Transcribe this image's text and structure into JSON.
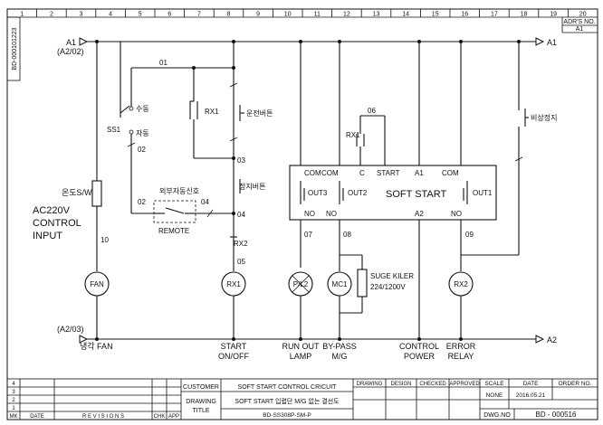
{
  "column_numbers": [
    "1",
    "2",
    "3",
    "4",
    "5",
    "6",
    "7",
    "8",
    "9",
    "10",
    "11",
    "12",
    "13",
    "14",
    "15",
    "16",
    "17",
    "18",
    "19",
    "20"
  ],
  "adrs_label": "ADR'S NO.",
  "adrs_value": "A1",
  "side_code": "BD-000101223",
  "rails": {
    "top_left": "A1",
    "top_left_ref": "(A2/02)",
    "top_right": "A1",
    "bottom_left_ref": "(A2/03)",
    "bottom_right": "A2"
  },
  "input_label": [
    "AC220V",
    "CONTROL",
    "INPUT"
  ],
  "labels": {
    "manual": "수동",
    "auto": "자동",
    "ss1": "SS1",
    "thermo": "온도S/W",
    "wire_10": "10",
    "wire_01": "01",
    "wire_02a": "02",
    "wire_02b": "02",
    "wire_03": "03",
    "wire_04a": "04",
    "wire_04b": "04",
    "wire_05": "05",
    "wire_06": "06",
    "wire_07": "07",
    "wire_08": "08",
    "wire_09": "09",
    "rx1_contact": "RX1",
    "rx1_contact2": "RX1",
    "rx2_contact": "RX2",
    "run_button": "운전버튼",
    "stop_button": "정지버튼",
    "emergency_stop": "비상정지",
    "ext_auto_signal": "외부자동신호",
    "remote": "REMOTE",
    "softstart_title": "SOFT START",
    "com1": "COM",
    "com2": "COM",
    "c_term": "C",
    "start_term": "START",
    "a1_term": "A1",
    "com3": "COM",
    "out3": "OUT3",
    "out2": "OUT2",
    "out1": "OUT1",
    "no1": "NO",
    "no2": "NO",
    "a2_term": "A2",
    "no3": "NO",
    "fan_coil": "FAN",
    "rx1_coil": "RX1",
    "pl2_lamp": "P/L2",
    "mc1_coil": "MC1",
    "rx2_coil": "RX2",
    "surge_1": "SUGE KILER",
    "surge_2": "224/1200V"
  },
  "bottom_labels": {
    "fan": "냉각 FAN",
    "start_1": "START",
    "start_2": "ON/OFF",
    "runout_1": "RUN OUT",
    "runout_2": "LAMP",
    "bypass_1": "BY-PASS",
    "bypass_2": "M/G",
    "control_1": "CONTROL",
    "control_2": "POWER",
    "error_1": "ERROR",
    "error_2": "RELAY"
  },
  "title_block": {
    "customer_label": "CUSTOMER",
    "customer_value": "SOFT START CONTROL CRICUIT",
    "drawing_title_1": "DRAWING",
    "drawing_title_2": "TITLE",
    "drawing_title_value": "SOFT START 입렵단 M/G 없는 결선도",
    "drawing_code": "BD-SS308P-SM-P",
    "drawing_h": "DRAWING",
    "design_h": "DESIGN",
    "checked_h": "CHECKED",
    "approved_h": "APPROVED",
    "scale_h": "SCALE",
    "date_h": "DATE",
    "order_h": "ORDER NO.",
    "scale_v": "NONE",
    "date_v": "2016.05.21",
    "dwgno_label": "DWG.NO",
    "dwgno_value": "BD - 000516",
    "rev_marks": [
      "4",
      "3",
      "2",
      "1"
    ],
    "mk": "MK",
    "date_col": "DATE",
    "revisions": "R E V I S I O N S",
    "chk": "CHK",
    "app": "APP"
  }
}
